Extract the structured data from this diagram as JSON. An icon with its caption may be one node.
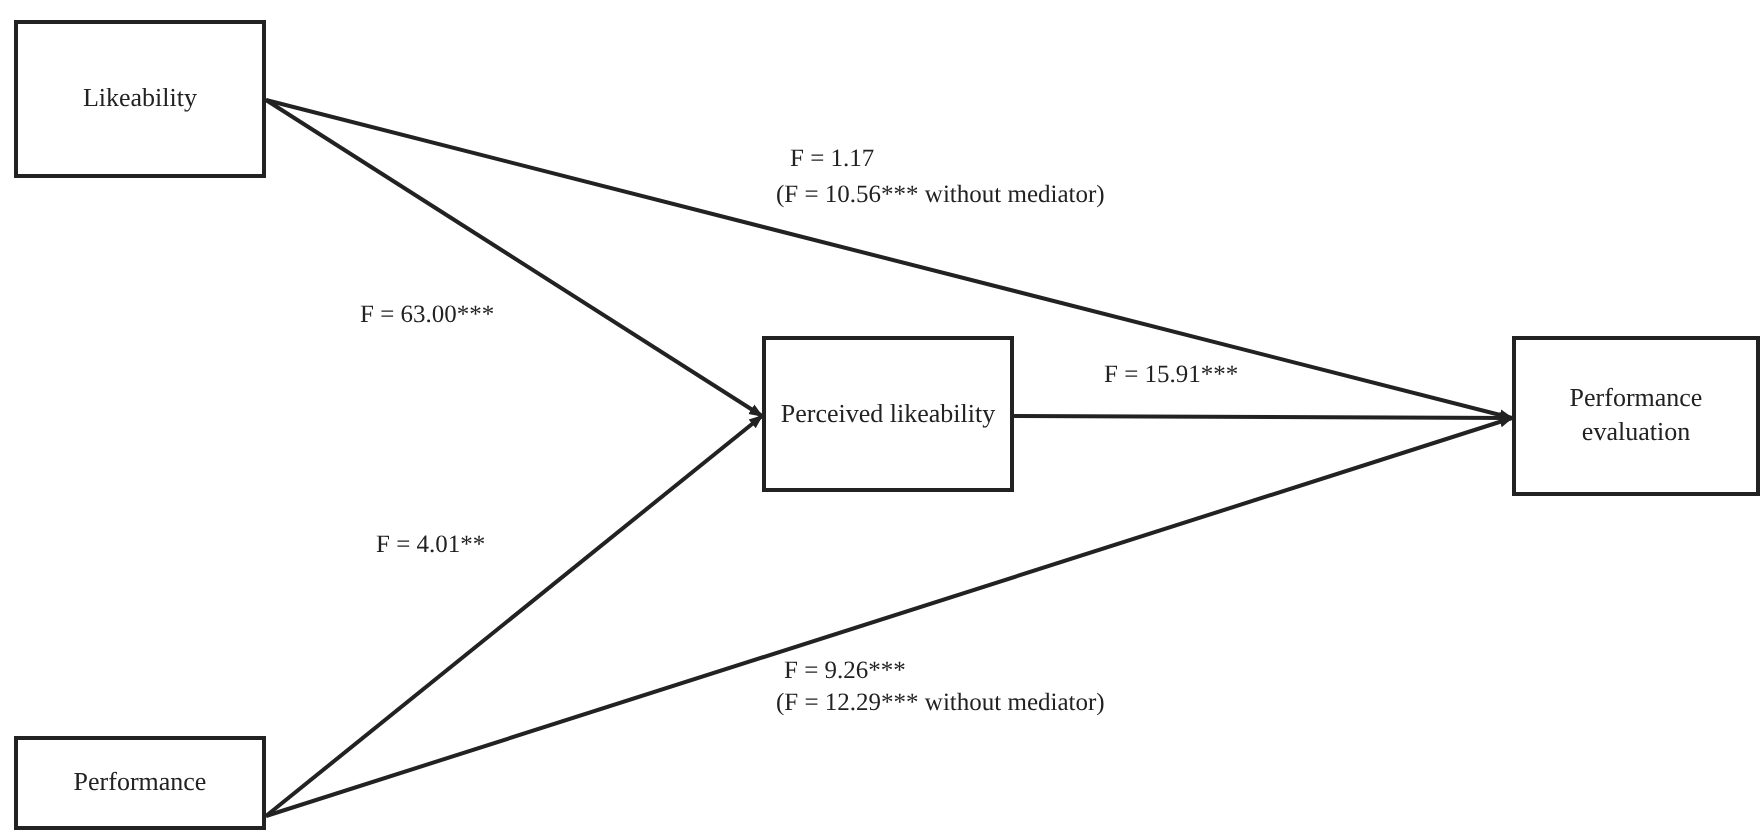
{
  "diagram": {
    "nodes": [
      {
        "text": [
          "Likeability"
        ]
      },
      {
        "text": [
          "Perceived likeability"
        ]
      },
      {
        "text": [
          "Performance evaluation"
        ]
      },
      {
        "text": [
          "Performance"
        ]
      }
    ],
    "edges": [
      {
        "from": 0,
        "to": 2,
        "arrow": "to",
        "label": "F = 1.17"
      },
      {
        "from": 0,
        "to": 1,
        "arrow": "to",
        "label": "F = 63.00***"
      },
      {
        "from": 1,
        "to": 2,
        "arrow": "to",
        "label": "F = 15.91***"
      },
      {
        "from": 3,
        "to": 1,
        "arrow": "to",
        "label": "F = 4.01**"
      },
      {
        "from": 3,
        "to": 2,
        "arrow": "to",
        "label": "F = 9.26***"
      }
    ],
    "labels": [
      "(F = 10.56*** without mediator)",
      "(F = 12.29*** without mediator)"
    ]
  }
}
